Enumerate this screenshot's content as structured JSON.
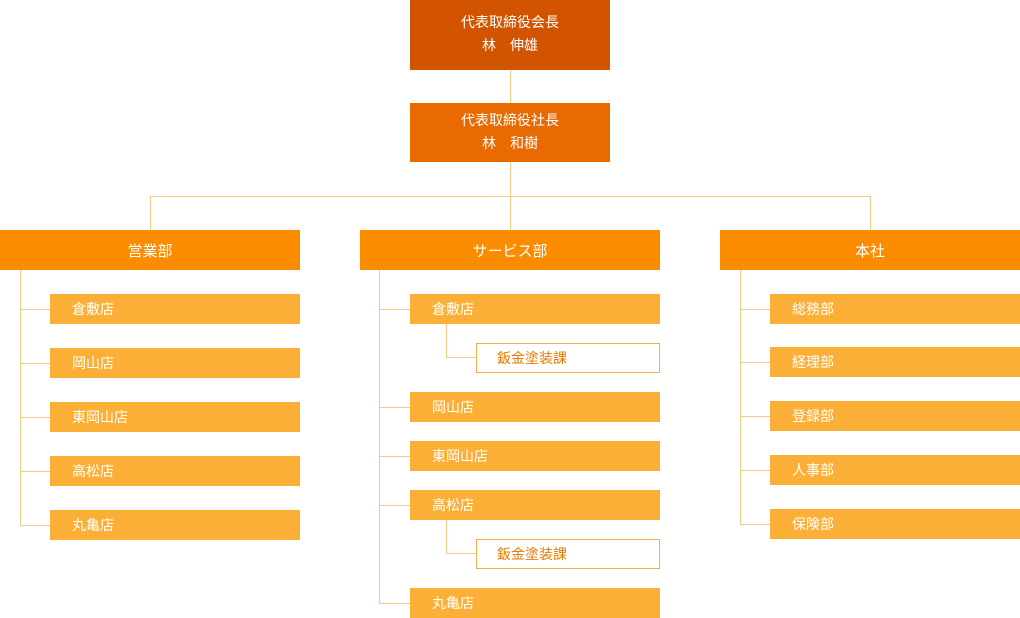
{
  "chairman": {
    "title": "代表取締役会長",
    "name": "林　伸雄"
  },
  "president": {
    "title": "代表取締役社長",
    "name": "林　和樹"
  },
  "departments": [
    {
      "label": "営業部",
      "items": [
        {
          "label": "倉敷店"
        },
        {
          "label": "岡山店"
        },
        {
          "label": "東岡山店"
        },
        {
          "label": "高松店"
        },
        {
          "label": "丸亀店"
        }
      ]
    },
    {
      "label": "サービス部",
      "items": [
        {
          "label": "倉敷店",
          "sub": "鈑金塗装課"
        },
        {
          "label": "岡山店"
        },
        {
          "label": "東岡山店"
        },
        {
          "label": "高松店",
          "sub": "鈑金塗装課"
        },
        {
          "label": "丸亀店"
        }
      ]
    },
    {
      "label": "本社",
      "items": [
        {
          "label": "総務部"
        },
        {
          "label": "経理部"
        },
        {
          "label": "登録部"
        },
        {
          "label": "人事部"
        },
        {
          "label": "保険部"
        }
      ]
    }
  ]
}
